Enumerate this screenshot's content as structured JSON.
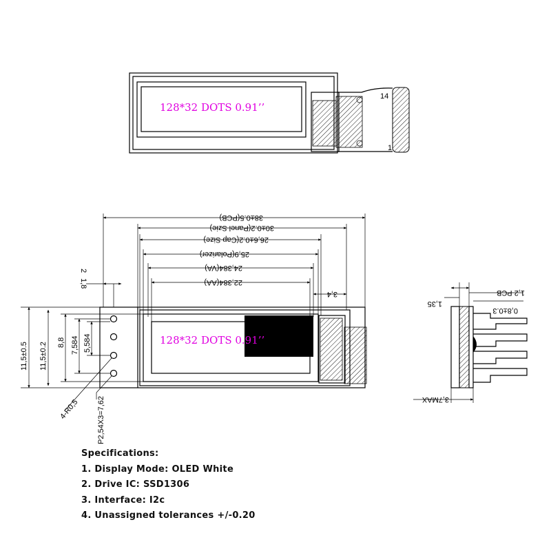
{
  "display_text": "128*32 DOTS 0.91’’",
  "pins": {
    "first": "1",
    "last": "14"
  },
  "dimensions": {
    "pcb": "38±0.5(PCB)",
    "panel": "30±0.2(Panel Szie)",
    "cap": "26,6±0.2(Cap Size)",
    "polarizer": "25,9(Polarizer)",
    "va": "24,384(VA)",
    "aa": "22,384(AA)",
    "right_offset": "3,4",
    "left_small": "1,8",
    "left_small2": "2",
    "height_pcb": "11,5±0.5",
    "height_panel": "11,5±0.2",
    "h88": "8,8",
    "h7584": "7,584",
    "h5584": "5,584",
    "holes": "4-R0,5",
    "pitch": "P2,54X3=7,62",
    "side_pcb": "1,2 PCB",
    "side_pin": "0,8±0.3",
    "side_135": "1,35",
    "side_max": "3,7MAX"
  },
  "colors": {
    "display_text": "#e000e0",
    "black_area": "#000000"
  },
  "specs": {
    "title": "Specifications:",
    "items": [
      "1. Display Mode: OLED White",
      "2. Drive IC: SSD1306",
      "3. Interface: I2c",
      "4. Unassigned tolerances +/-0.20"
    ]
  }
}
